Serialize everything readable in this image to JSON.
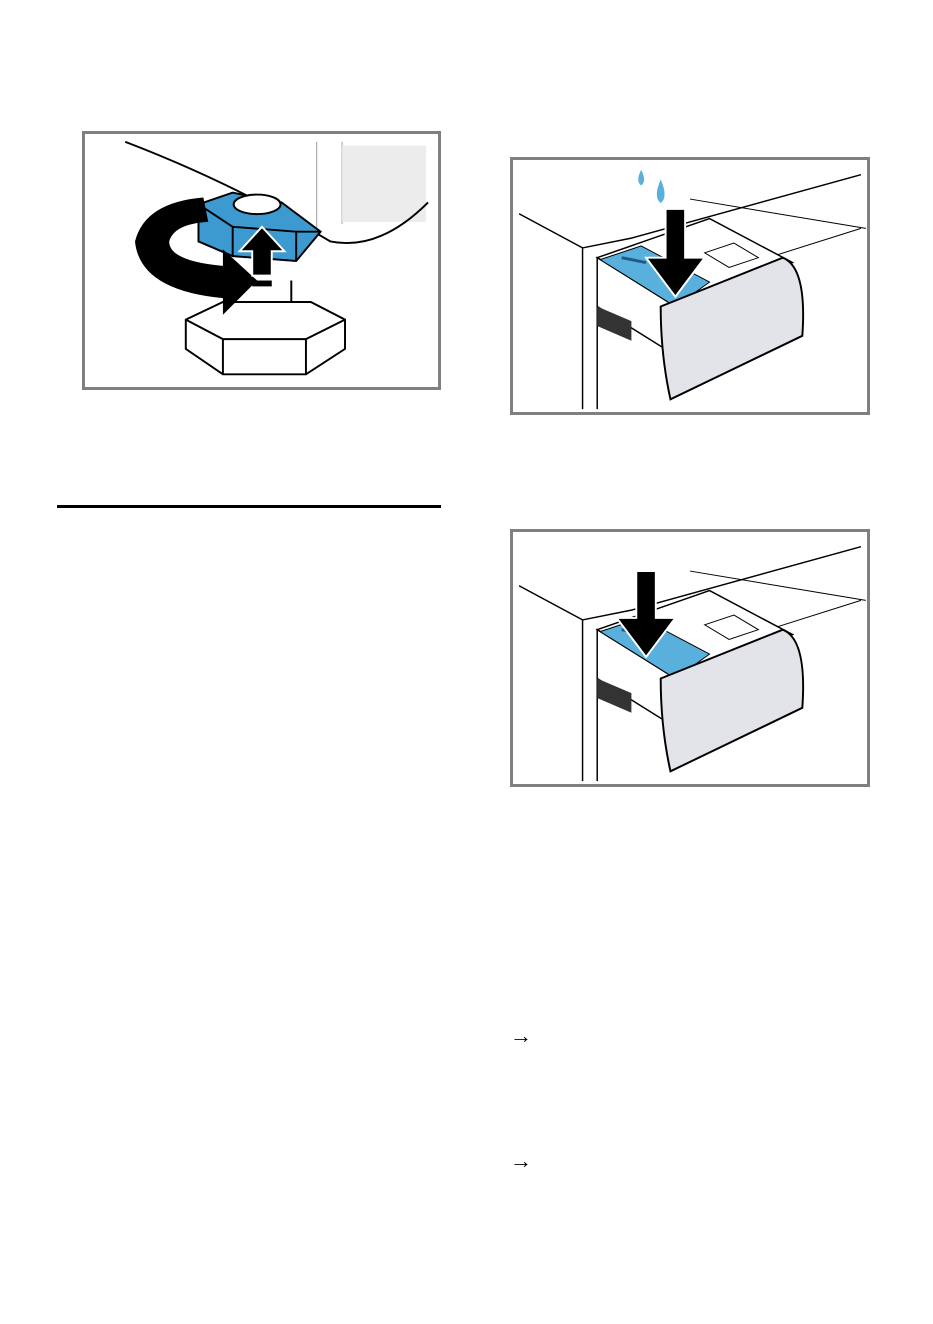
{
  "figures": {
    "foot": {
      "icon": "adjustable-foot-lock-nut-illustration",
      "accent_color": "#3d9ad1",
      "arrow_color": "#000000"
    },
    "drawer_water": {
      "icon": "detergent-drawer-water-drop-illustration",
      "accent_color": "#5ab0dc",
      "drop_color": "#5ab0dc"
    },
    "drawer_push": {
      "icon": "detergent-drawer-push-insert-illustration",
      "accent_color": "#5ab0dc"
    }
  },
  "frame_color": "#808080",
  "arrows": [
    {
      "glyph": "→"
    },
    {
      "glyph": "→"
    }
  ]
}
